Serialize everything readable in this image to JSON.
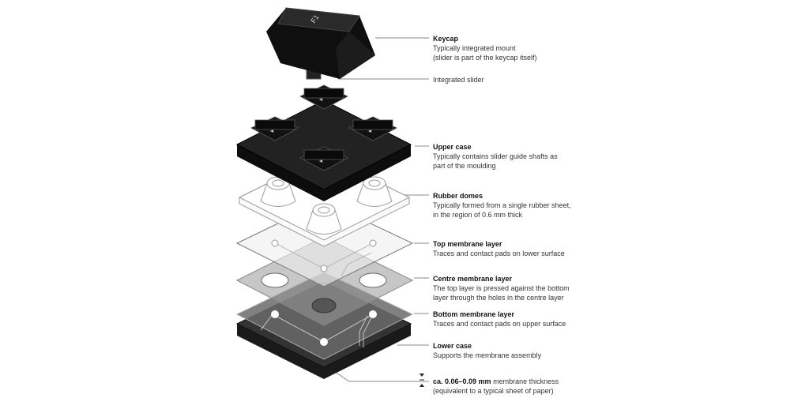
{
  "keycap": {
    "legend": "F1",
    "title": "Keycap",
    "desc1": "Typically integrated mount",
    "desc2": "(slider is part of the keycap itself)"
  },
  "slider": {
    "title": "Integrated slider"
  },
  "upper_case": {
    "title": "Upper case",
    "desc1": "Typically contains slider guide shafts as",
    "desc2": "part of the moulding"
  },
  "rubber_domes": {
    "title": "Rubber domes",
    "desc1": "Typically formed from a single rubber sheet,",
    "desc2": "in the region of 0.6 mm thick"
  },
  "top_membrane": {
    "title": "Top membrane layer",
    "desc1": "Traces and contact pads on lower surface"
  },
  "centre_membrane": {
    "title": "Centre membrane layer",
    "desc1": "The top layer is pressed against the bottom",
    "desc2": "layer through the holes in the centre layer"
  },
  "bottom_membrane": {
    "title": "Bottom membrane layer",
    "desc1": "Traces and contact pads on upper surface"
  },
  "lower_case": {
    "title": "Lower case",
    "desc1": "Supports the membrane assembly"
  },
  "thickness": {
    "value": "ca. 0.06–0.09 mm",
    "desc1": "membrane thickness",
    "desc2": "(equivalent to a typical sheet of paper)"
  }
}
